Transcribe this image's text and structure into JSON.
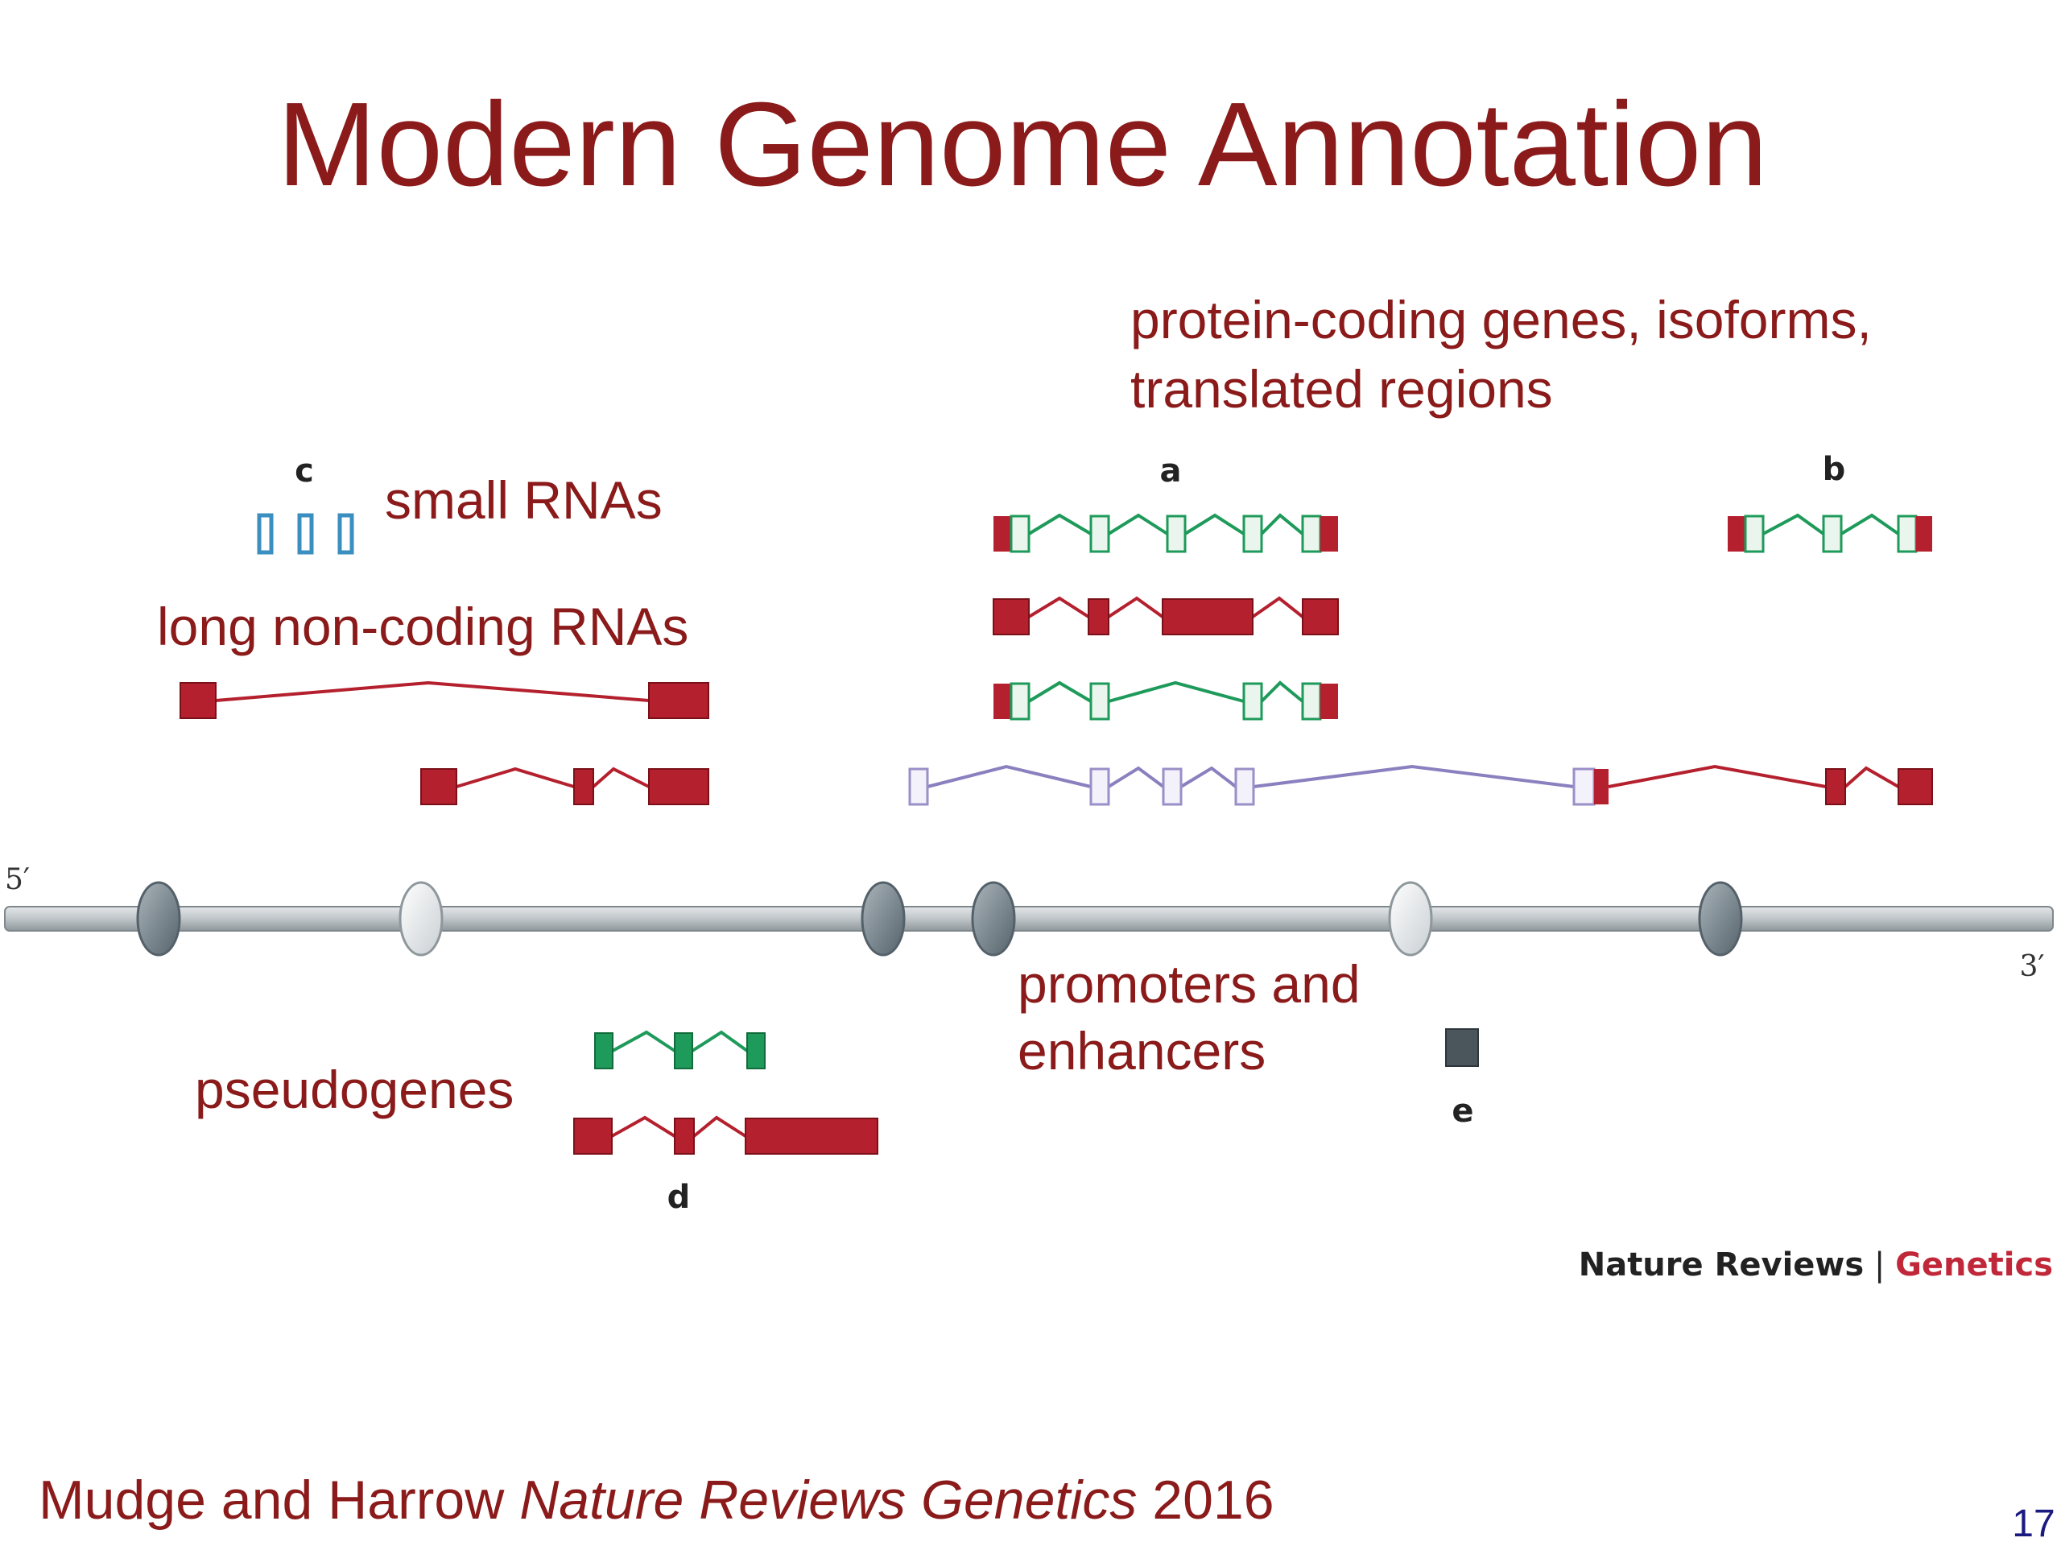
{
  "title": "Modern Genome Annotation",
  "labels": {
    "protein_coding_line1": "protein-coding genes, isoforms,",
    "protein_coding_line2": "translated regions",
    "small_rnas": "small RNAs",
    "lncrnas": "long non-coding RNAs",
    "promoters_line1": "promoters and",
    "promoters_line2": "enhancers",
    "pseudogenes": "pseudogenes"
  },
  "panel_letters": {
    "a": "a",
    "b": "b",
    "c": "c",
    "d": "d",
    "e": "e"
  },
  "strand_ends": {
    "five": "5′",
    "three": "3′"
  },
  "journal": {
    "name": "Nature Reviews",
    "separator": " | ",
    "section": "Genetics"
  },
  "citation": {
    "authors": "Mudge and Harrow ",
    "journal": "Nature Reviews Genetics",
    "year": " 2016"
  },
  "page_number": "17",
  "colors": {
    "title_red": "#8b1a1a",
    "exon_red": "#b5202e",
    "exon_green": "#1e9a5a",
    "exon_blue": "#3a8fc0",
    "exon_purple": "#9a8fc8",
    "chromosome_gray": "#c4c9cc",
    "enhancer_gray": "#4a565c",
    "page_num_blue": "#1a1a80"
  }
}
